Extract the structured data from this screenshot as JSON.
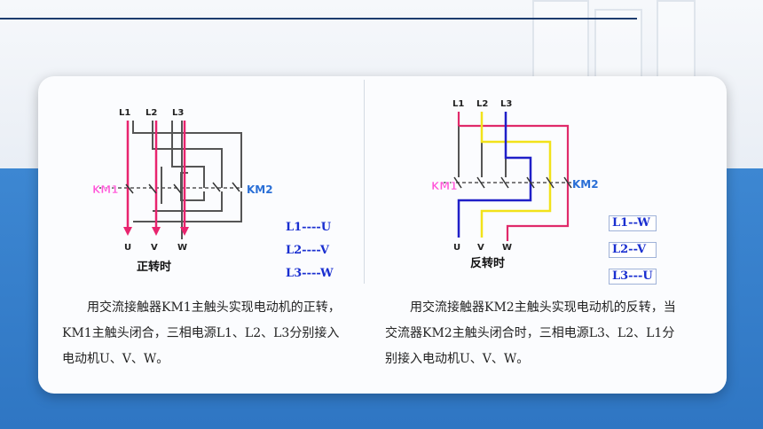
{
  "left": {
    "lines": [
      "L1",
      "L2",
      "L3"
    ],
    "terminals": [
      "U",
      "V",
      "W"
    ],
    "km1": "KM1",
    "km2": "KM2",
    "caption": "正转时",
    "mapping": [
      "L1----U",
      "L2----V",
      "L3----W"
    ],
    "description": "用交流接触器KM1主触头实现电动机的正转，KM1主触头闭合，三相电源L1、L2、L3分别接入电动机U、V、W。"
  },
  "right": {
    "lines": [
      "L1",
      "L2",
      "L3"
    ],
    "terminals": [
      "U",
      "V",
      "W"
    ],
    "km1": "KM1",
    "km2": "KM2",
    "caption": "反转时",
    "mapping": [
      "L1--W",
      "L2--V",
      "L3---U"
    ],
    "description": "用交流接触器KM2主触头实现电动机的反转，当交流器KM2主触头闭合时，三相电源L3、L2、L1分别接入电动机U、V、W。"
  },
  "colors": {
    "pink": "#e8246e",
    "magenta": "#e02a6a",
    "yellow": "#f2e21a",
    "blue": "#1f1fc8",
    "wire": "#555555"
  }
}
